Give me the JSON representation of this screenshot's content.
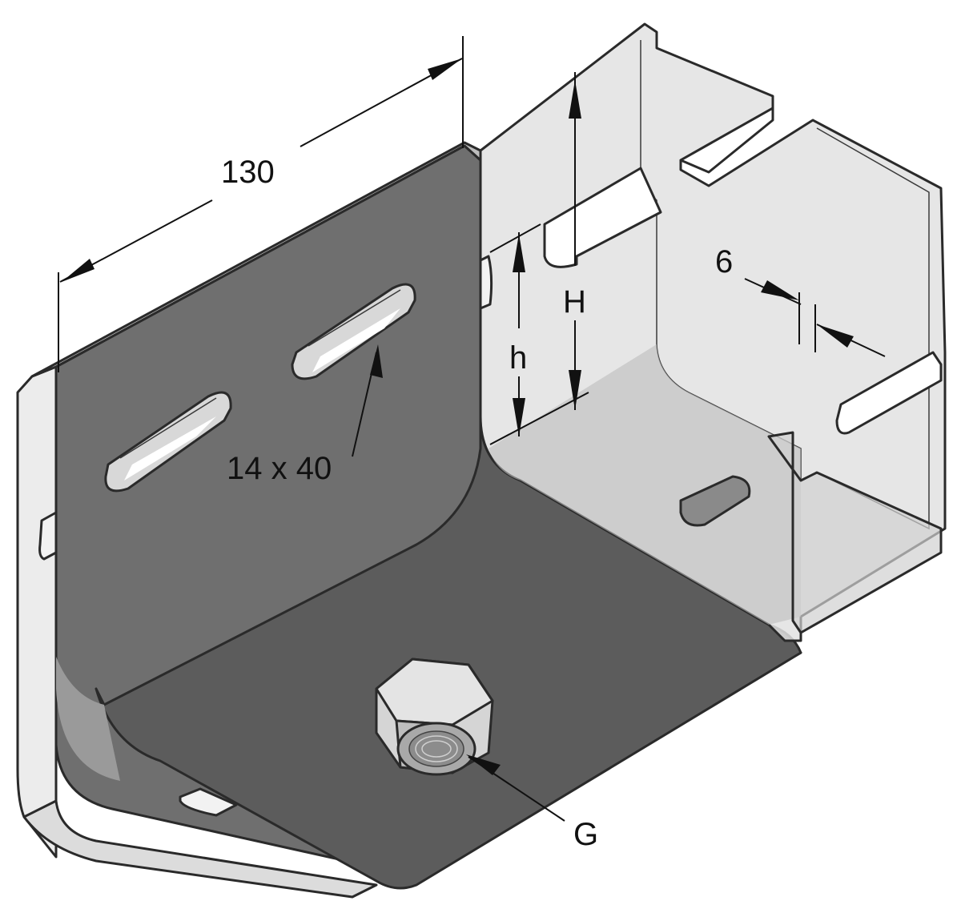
{
  "drawing": {
    "subject": "bracket-with-slotted-holes-and-nut",
    "dimensions": {
      "length": "130",
      "slot": "14 x 40",
      "height_outer": "H",
      "height_inner": "h",
      "thickness": "6",
      "thread": "G"
    },
    "colors": {
      "dark_face": "#6b6b6b",
      "bottom_face": "#5c5c5c",
      "light_metal": "#e6e6e6",
      "mid_metal": "#c9c9c9",
      "outline": "#2a2a2a",
      "transparent_channel": "#d9d9d9"
    }
  }
}
